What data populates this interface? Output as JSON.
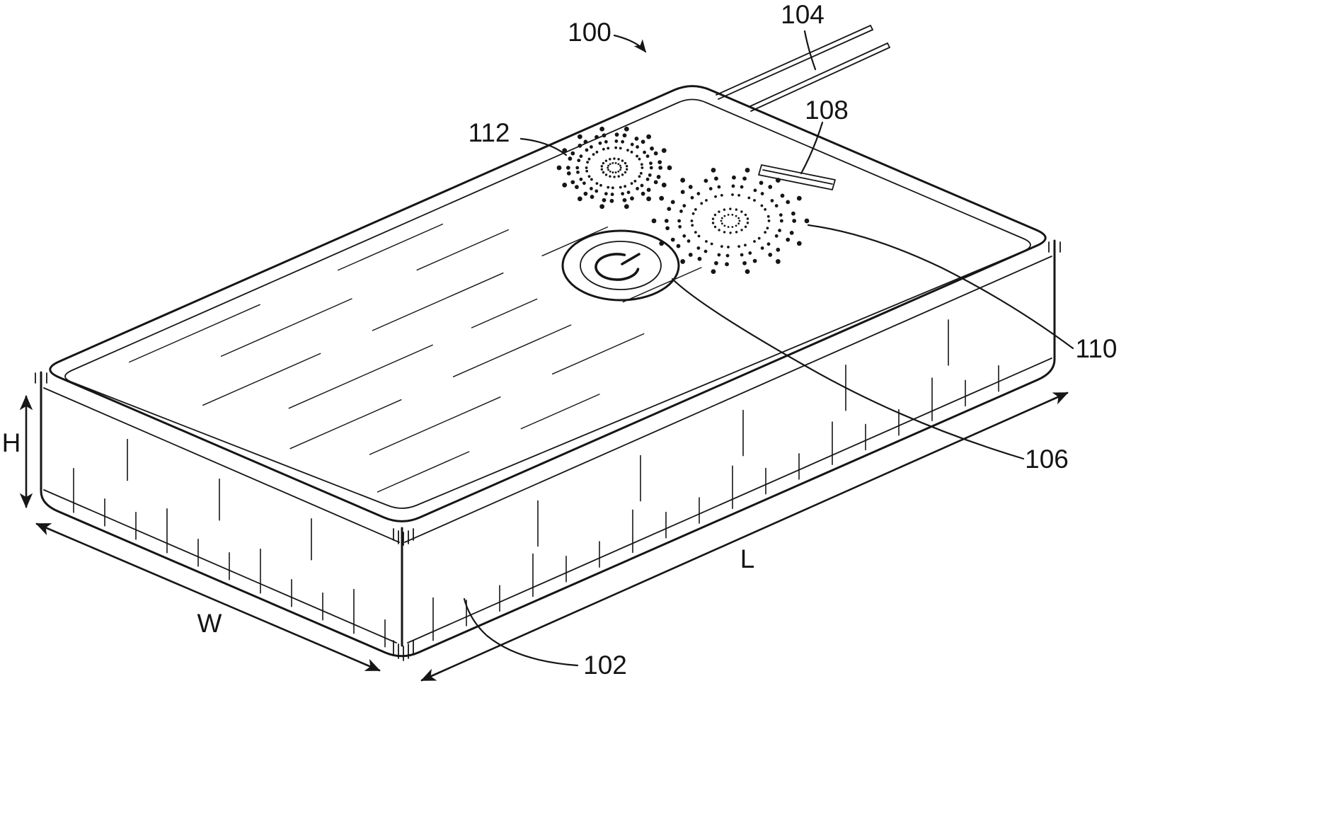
{
  "figure": {
    "reference_labels": {
      "r100": "100",
      "r102": "102",
      "r104": "104",
      "r106": "106",
      "r108": "108",
      "r110": "110",
      "r112": "112"
    },
    "dimension_labels": {
      "height": "H",
      "width": "W",
      "length": "L"
    },
    "colors": {
      "line": "#161616",
      "background": "#ffffff"
    }
  }
}
